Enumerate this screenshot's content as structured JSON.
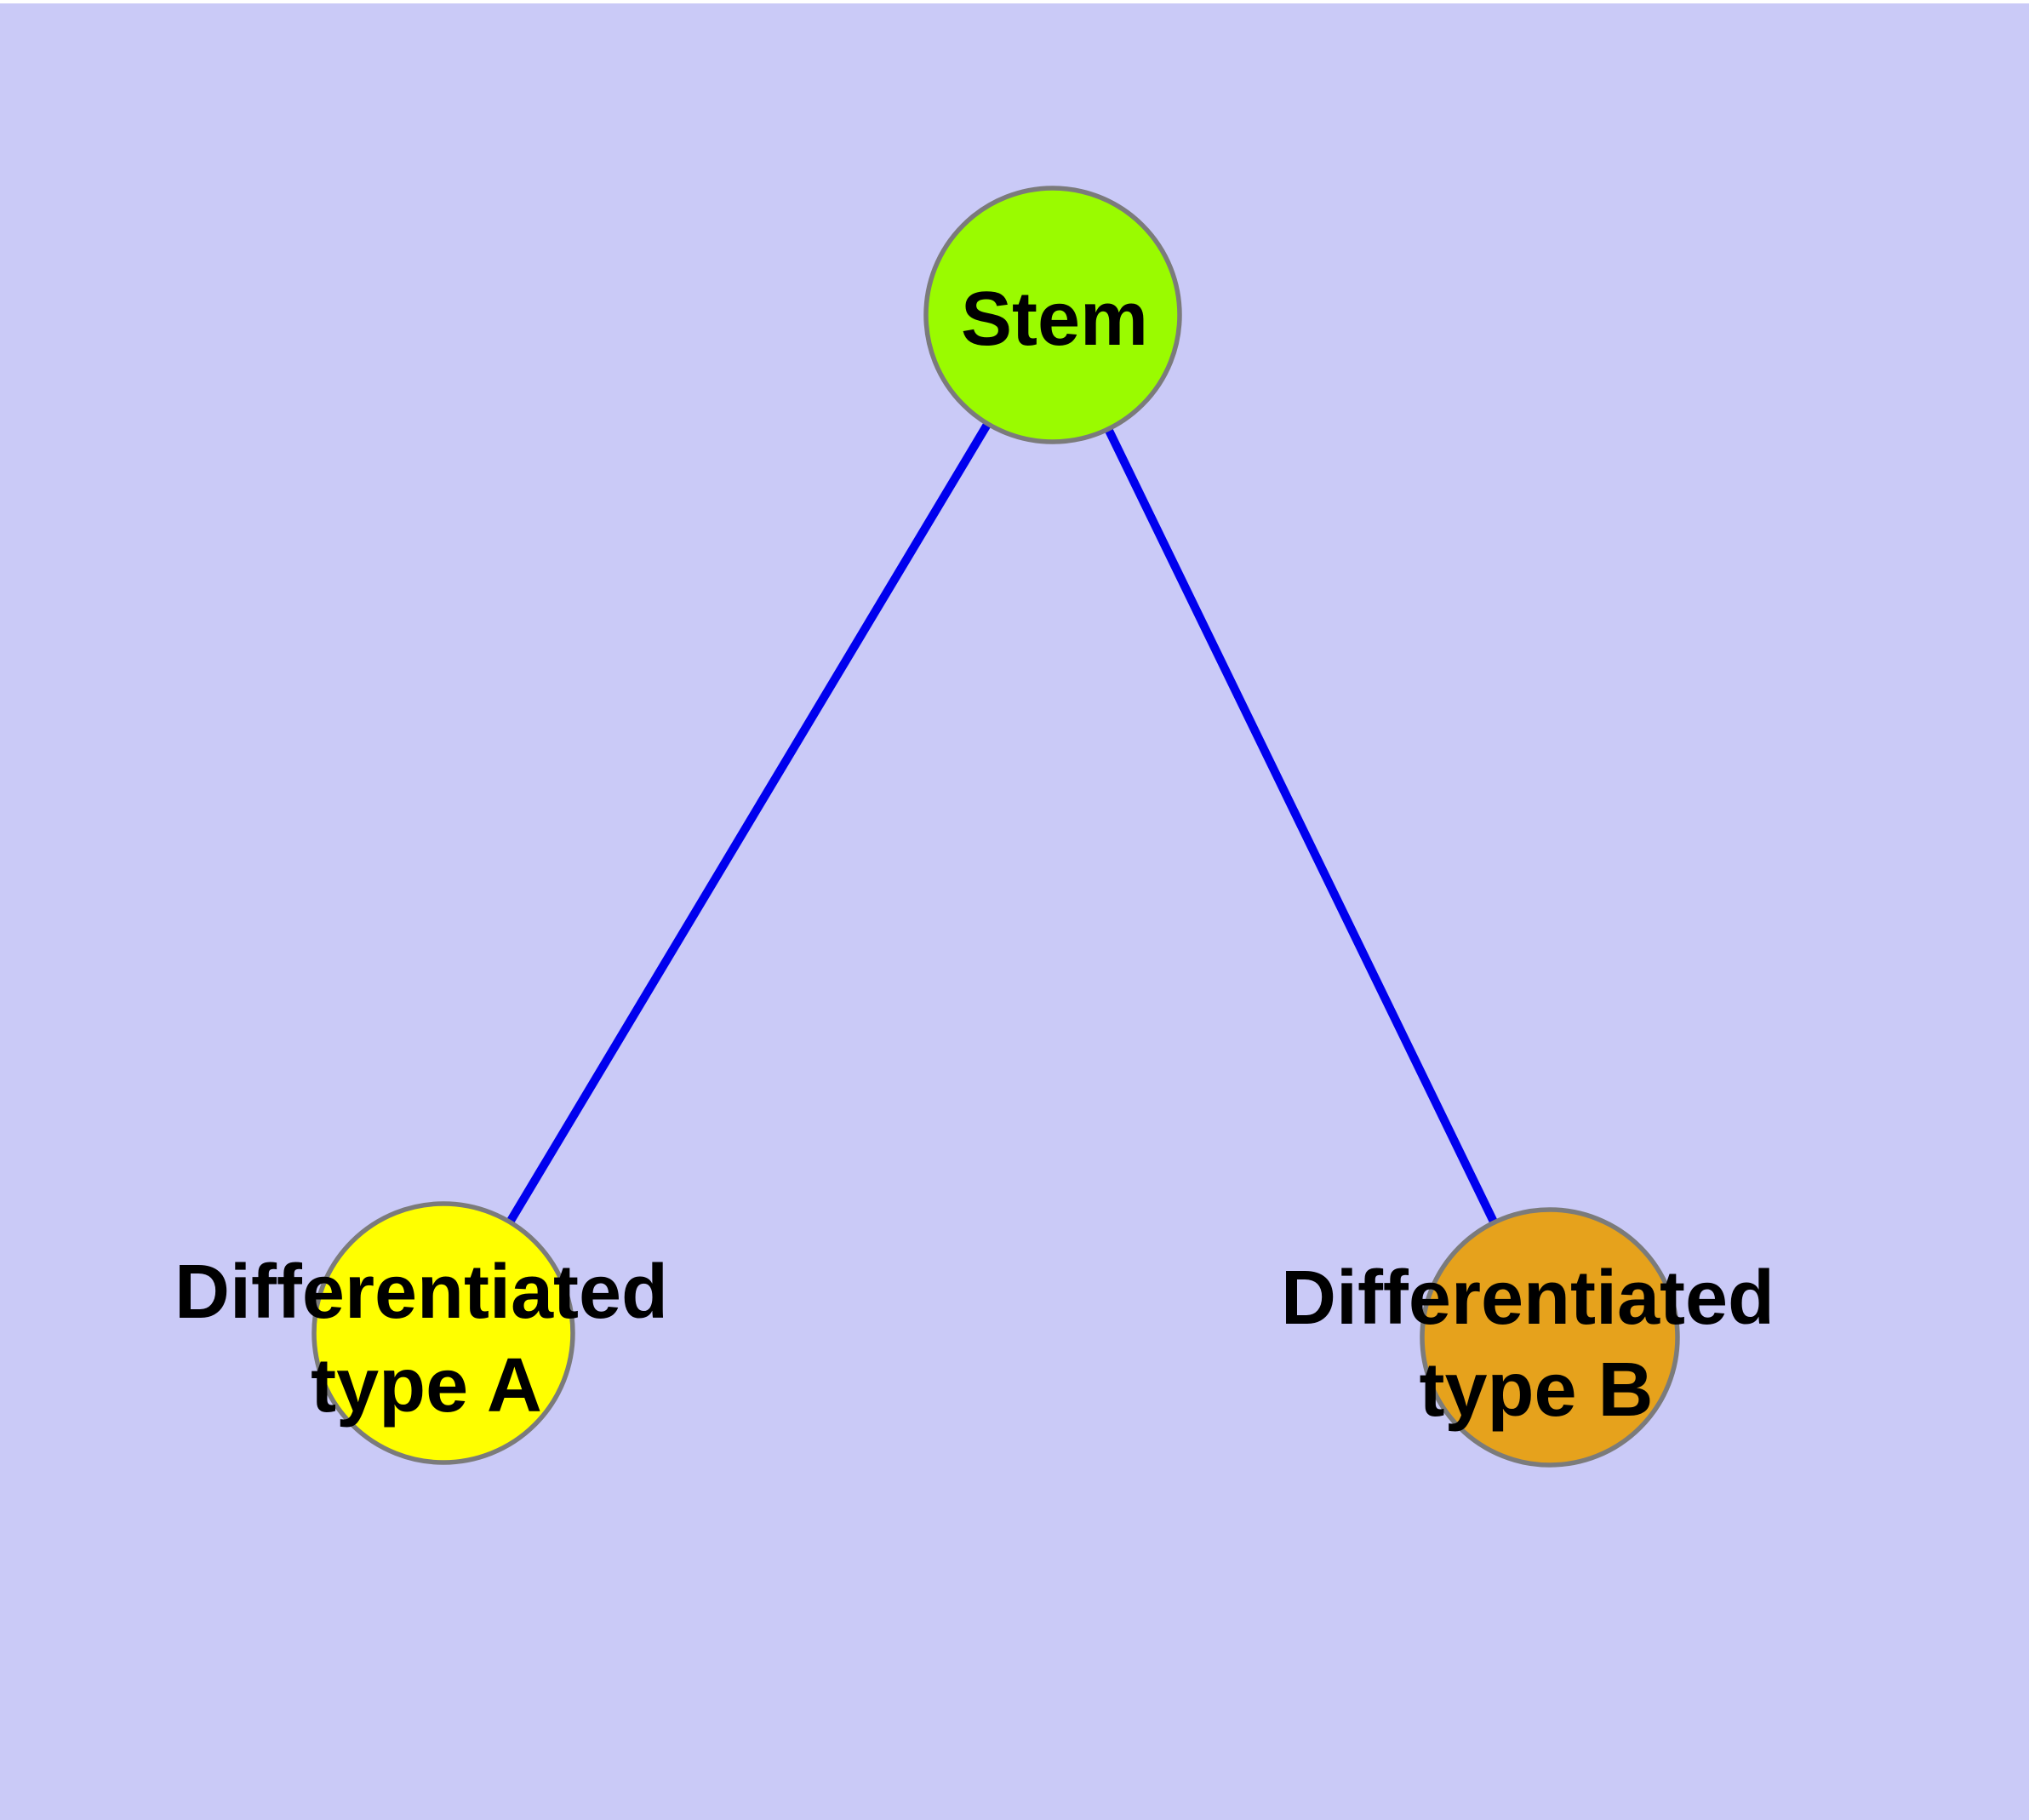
{
  "diagram": {
    "type": "node-link-graph",
    "node_count": 3,
    "edge_count": 2
  },
  "colors": {
    "background": "#CACAF7",
    "top_strip": "#FFFFFF",
    "edge": "#0000EE",
    "node_border": "#7B7B7B",
    "label_text": "#000000",
    "stem_fill": "#9AFB00",
    "type_a_fill": "#FFFF00",
    "type_b_fill": "#E6A21C"
  },
  "nodes": [
    {
      "id": "stem",
      "label_lines": [
        "Stem"
      ],
      "fill": "#9AFB00"
    },
    {
      "id": "differentiated-type-a",
      "label_lines": [
        "Differentiated",
        "type A"
      ],
      "fill": "#FFFF00"
    },
    {
      "id": "differentiated-type-b",
      "label_lines": [
        "Differentiated",
        "type B"
      ],
      "fill": "#E6A21C"
    }
  ],
  "edges": [
    {
      "from": "stem",
      "to": "differentiated-type-a"
    },
    {
      "from": "stem",
      "to": "differentiated-type-b"
    }
  ]
}
